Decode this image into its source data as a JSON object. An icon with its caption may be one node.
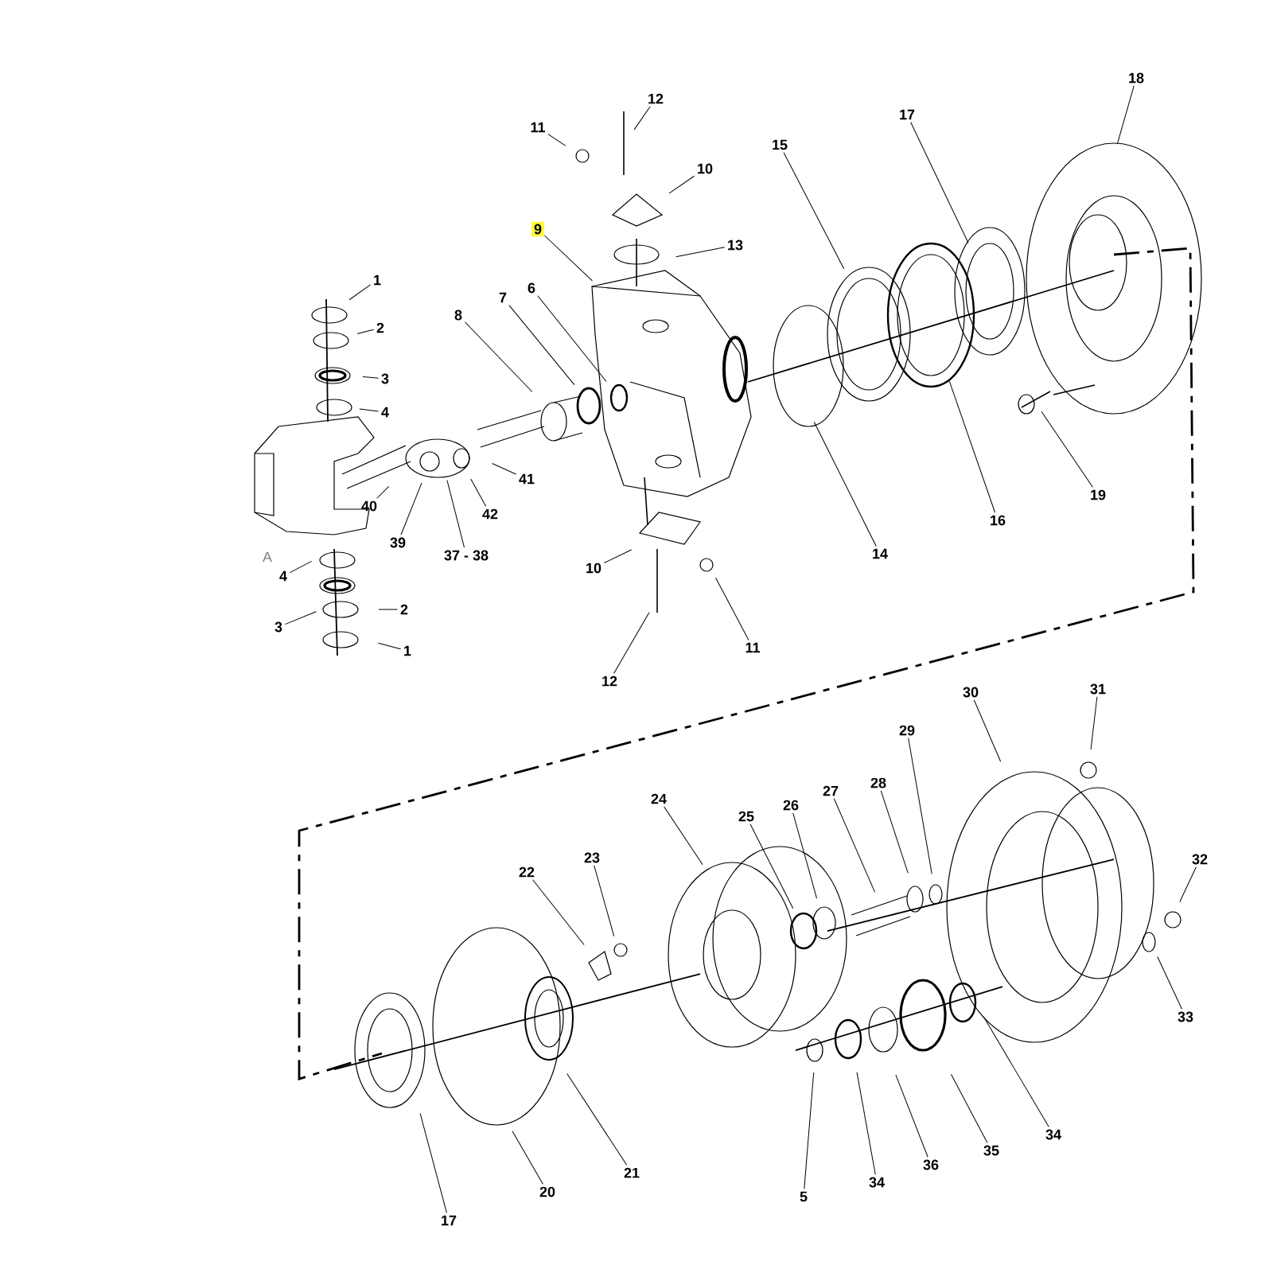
{
  "diagram": {
    "nodes": [
      {
        "text": [
          "1"
        ]
      },
      {
        "text": [
          "2"
        ]
      },
      {
        "text": [
          "3"
        ]
      },
      {
        "text": [
          "4"
        ]
      },
      {
        "text": [
          "4"
        ]
      },
      {
        "text": [
          "3"
        ]
      },
      {
        "text": [
          "2"
        ]
      },
      {
        "text": [
          "1"
        ]
      },
      {
        "text": [
          "8"
        ]
      },
      {
        "text": [
          "7"
        ]
      },
      {
        "text": [
          "6"
        ]
      },
      {
        "text": [
          "11"
        ]
      },
      {
        "text": [
          "12"
        ]
      },
      {
        "text": [
          "10"
        ]
      },
      {
        "text": [
          "9"
        ]
      },
      {
        "text": [
          "13"
        ]
      },
      {
        "text": [
          "15"
        ]
      },
      {
        "text": [
          "17"
        ]
      },
      {
        "text": [
          "18"
        ]
      },
      {
        "text": [
          "40"
        ]
      },
      {
        "text": [
          "39"
        ]
      },
      {
        "text": [
          "37 - 38"
        ]
      },
      {
        "text": [
          "42"
        ]
      },
      {
        "text": [
          "41"
        ]
      },
      {
        "text": [
          "10"
        ]
      },
      {
        "text": [
          "12"
        ]
      },
      {
        "text": [
          "11"
        ]
      },
      {
        "text": [
          "14"
        ]
      },
      {
        "text": [
          "16"
        ]
      },
      {
        "text": [
          "19"
        ]
      },
      {
        "text": [
          "30"
        ]
      },
      {
        "text": [
          "31"
        ]
      },
      {
        "text": [
          "29"
        ]
      },
      {
        "text": [
          "28"
        ]
      },
      {
        "text": [
          "27"
        ]
      },
      {
        "text": [
          "26"
        ]
      },
      {
        "text": [
          "25"
        ]
      },
      {
        "text": [
          "24"
        ]
      },
      {
        "text": [
          "22"
        ]
      },
      {
        "text": [
          "23"
        ]
      },
      {
        "text": [
          "32"
        ]
      },
      {
        "text": [
          "33"
        ]
      },
      {
        "text": [
          "34"
        ]
      },
      {
        "text": [
          "35"
        ]
      },
      {
        "text": [
          "36"
        ]
      },
      {
        "text": [
          "34"
        ]
      },
      {
        "text": [
          "5"
        ]
      },
      {
        "text": [
          "21"
        ]
      },
      {
        "text": [
          "20"
        ]
      },
      {
        "text": [
          "17"
        ]
      }
    ],
    "edges": [
      {
        "from": 0,
        "to": null,
        "arrow": "none"
      },
      {
        "from": 1,
        "to": null,
        "arrow": "none"
      },
      {
        "from": 2,
        "to": null,
        "arrow": "none"
      },
      {
        "from": 3,
        "to": null,
        "arrow": "none"
      },
      {
        "from": 4,
        "to": null,
        "arrow": "none"
      },
      {
        "from": 5,
        "to": null,
        "arrow": "none"
      },
      {
        "from": 6,
        "to": null,
        "arrow": "none"
      },
      {
        "from": 7,
        "to": null,
        "arrow": "none"
      },
      {
        "from": 8,
        "to": null,
        "arrow": "none"
      },
      {
        "from": 9,
        "to": null,
        "arrow": "none"
      },
      {
        "from": 10,
        "to": null,
        "arrow": "none"
      },
      {
        "from": 11,
        "to": null,
        "arrow": "none"
      },
      {
        "from": 12,
        "to": null,
        "arrow": "none"
      },
      {
        "from": 13,
        "to": null,
        "arrow": "none"
      },
      {
        "from": 14,
        "to": null,
        "arrow": "none"
      },
      {
        "from": 15,
        "to": null,
        "arrow": "none"
      },
      {
        "from": 16,
        "to": null,
        "arrow": "none"
      },
      {
        "from": 17,
        "to": null,
        "arrow": "none"
      },
      {
        "from": 18,
        "to": null,
        "arrow": "none"
      },
      {
        "from": 19,
        "to": null,
        "arrow": "none"
      },
      {
        "from": 20,
        "to": null,
        "arrow": "none"
      },
      {
        "from": 21,
        "to": null,
        "arrow": "none"
      },
      {
        "from": 22,
        "to": null,
        "arrow": "none"
      },
      {
        "from": 23,
        "to": null,
        "arrow": "none"
      },
      {
        "from": 24,
        "to": null,
        "arrow": "none"
      },
      {
        "from": 25,
        "to": null,
        "arrow": "none"
      },
      {
        "from": 26,
        "to": null,
        "arrow": "none"
      },
      {
        "from": 27,
        "to": null,
        "arrow": "none"
      },
      {
        "from": 28,
        "to": null,
        "arrow": "none"
      },
      {
        "from": 29,
        "to": null,
        "arrow": "none"
      },
      {
        "from": 30,
        "to": null,
        "arrow": "none"
      },
      {
        "from": 31,
        "to": null,
        "arrow": "none"
      },
      {
        "from": 32,
        "to": null,
        "arrow": "none"
      },
      {
        "from": 33,
        "to": null,
        "arrow": "none"
      },
      {
        "from": 34,
        "to": null,
        "arrow": "none"
      },
      {
        "from": 35,
        "to": null,
        "arrow": "none"
      },
      {
        "from": 36,
        "to": null,
        "arrow": "none"
      },
      {
        "from": 37,
        "to": null,
        "arrow": "none"
      },
      {
        "from": 38,
        "to": null,
        "arrow": "none"
      },
      {
        "from": 39,
        "to": null,
        "arrow": "none"
      },
      {
        "from": 40,
        "to": null,
        "arrow": "none"
      },
      {
        "from": 41,
        "to": null,
        "arrow": "none"
      },
      {
        "from": 42,
        "to": null,
        "arrow": "none"
      },
      {
        "from": 43,
        "to": null,
        "arrow": "none"
      },
      {
        "from": 44,
        "to": null,
        "arrow": "none"
      },
      {
        "from": 45,
        "to": null,
        "arrow": "none"
      },
      {
        "from": 46,
        "to": null,
        "arrow": "none"
      },
      {
        "from": 47,
        "to": null,
        "arrow": "none"
      },
      {
        "from": 48,
        "to": null,
        "arrow": "none"
      },
      {
        "from": 49,
        "to": null,
        "arrow": "none"
      }
    ],
    "labels": [
      "A"
    ]
  }
}
